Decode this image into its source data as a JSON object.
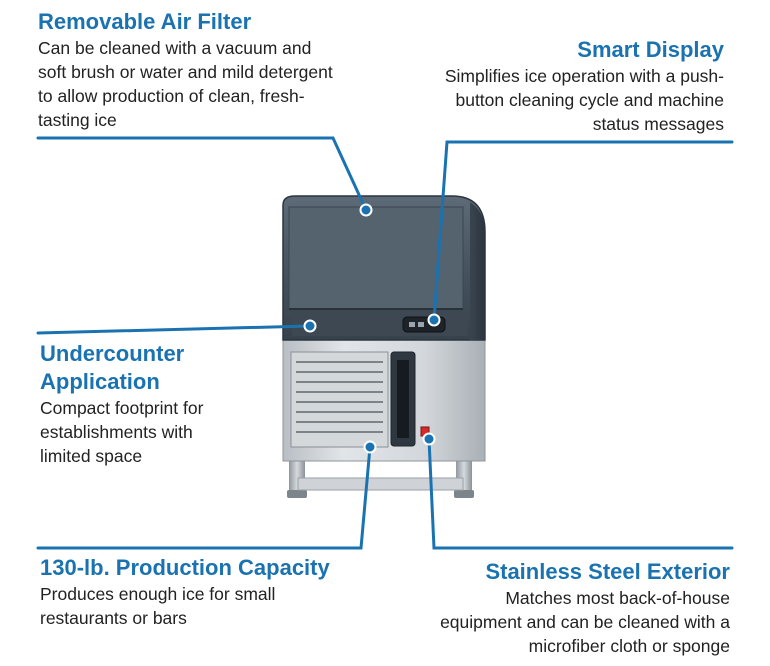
{
  "callouts": {
    "air_filter": {
      "title": "Removable Air Filter",
      "desc": "Can be cleaned with a vacuum and soft brush or water and mild detergent to allow production of clean, fresh-tasting ice"
    },
    "smart_display": {
      "title": "Smart Display",
      "desc": "Simplifies ice operation with a push-button cleaning cycle and machine status messages"
    },
    "undercounter": {
      "title_line1": "Undercounter",
      "title_line2": "Application",
      "desc": "Compact footprint for establishments with limited space"
    },
    "production": {
      "title": "130-lb. Production Capacity",
      "desc": "Produces enough ice for small restaurants or bars"
    },
    "stainless": {
      "title": "Stainless Steel Exterior",
      "desc": "Matches most back-of-house equipment and can be cleaned with a microfiber cloth or sponge"
    }
  },
  "colors": {
    "accent": "#1a73b0",
    "body_text": "#222222",
    "hood": "#4a5866",
    "steel": "#c9ced3"
  }
}
